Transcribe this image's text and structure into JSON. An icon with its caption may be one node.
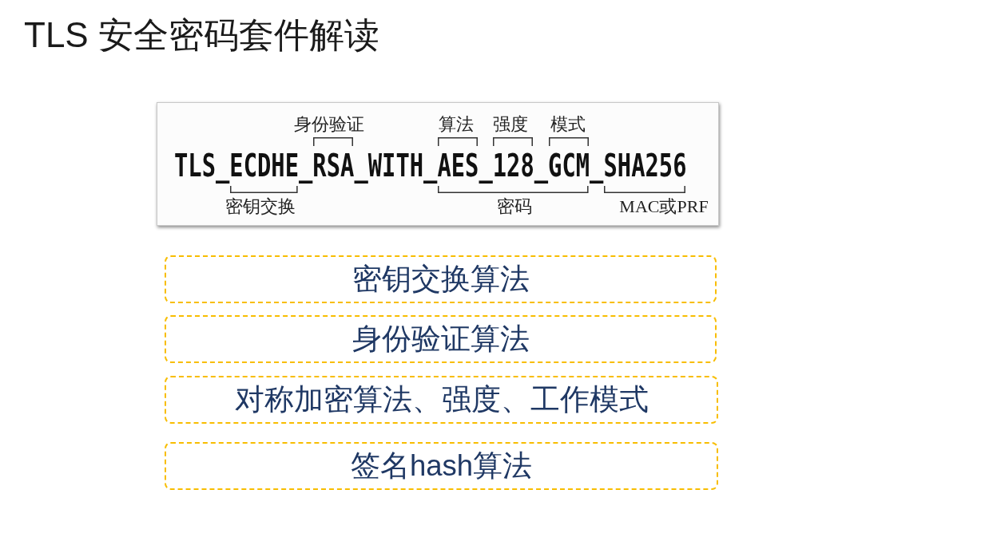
{
  "diagram": {
    "title": "TLS 安全密码套件解读",
    "nodes": [
      {
        "text": [
          "身份验证",
          "算法",
          "强度",
          "模式",
          "TLS_ECDHE_RSA_WITH_AES_128_GCM_SHA256",
          "密钥交换",
          "密码",
          "MAC或PRF"
        ]
      },
      {
        "text": [
          "密钥交换算法"
        ]
      },
      {
        "text": [
          "身份验证算法"
        ]
      },
      {
        "text": [
          "对称加密算法、强度、工作模式"
        ]
      },
      {
        "text": [
          "签名hash算法"
        ]
      }
    ]
  }
}
